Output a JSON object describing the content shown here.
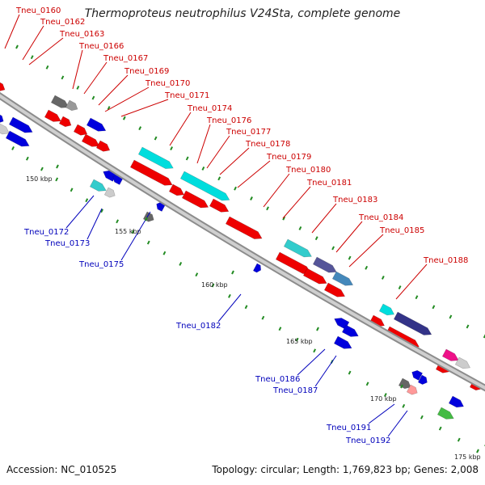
{
  "title": "Thermoproteus neutrophilus V24Sta, complete genome",
  "footer": {
    "accession": "Accession: NC_010525",
    "summary": "Topology: circular; Length: 1,769,823 bp; Genes: 2,008"
  },
  "colors": {
    "backbone": "#9a9a9a",
    "top_strand_label": "#cc0000",
    "bottom_strand_label": "#0000bb",
    "tick": "#228b22"
  },
  "kbp_ticks": [
    "150 kbp",
    "155 kbp",
    "160 kbp",
    "165 kbp",
    "170 kbp",
    "175 kbp"
  ],
  "top_labels": [
    "Tneu_0160",
    "Tneu_0162",
    "Tneu_0163",
    "Tneu_0166",
    "Tneu_0167",
    "Tneu_0169",
    "Tneu_0170",
    "Tneu_0171",
    "Tneu_0174",
    "Tneu_0176",
    "Tneu_0177",
    "Tneu_0178",
    "Tneu_0179",
    "Tneu_0180",
    "Tneu_0181",
    "Tneu_0183",
    "Tneu_0184",
    "Tneu_0185",
    "Tneu_0188"
  ],
  "bottom_labels": [
    "Tneu_0172",
    "Tneu_0173",
    "Tneu_0175",
    "Tneu_0182",
    "Tneu_0186",
    "Tneu_0187",
    "Tneu_0191",
    "Tneu_0192"
  ]
}
